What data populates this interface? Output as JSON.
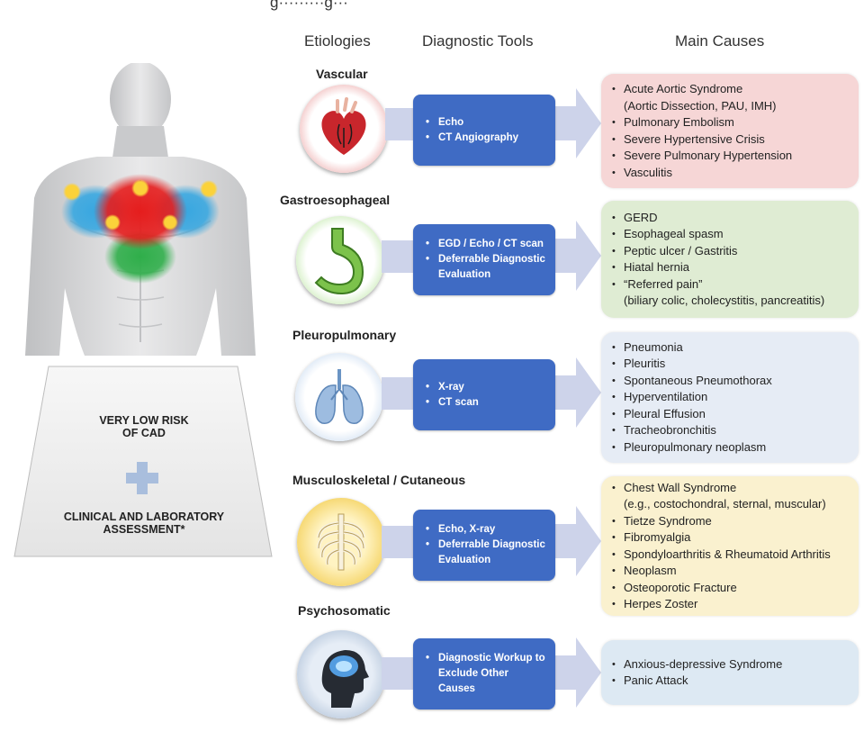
{
  "title": "g·········g···",
  "columns": {
    "etiologies": "Etiologies",
    "tools": "Diagnostic Tools",
    "causes": "Main Causes"
  },
  "left": {
    "risk_line1": "VERY LOW RISK",
    "risk_line2": "OF CAD",
    "assessment_line1": "CLINICAL AND LABORATORY",
    "assessment_line2": "ASSESSMENT*"
  },
  "sections": [
    {
      "name": "Vascular",
      "tools": [
        "Echo",
        "CT Angiography"
      ],
      "causes": [
        {
          "text": "Acute Aortic Syndrome",
          "sub": false
        },
        {
          "text": "(Aortic Dissection, PAU, IMH)",
          "sub": true
        },
        {
          "text": "Pulmonary Embolism",
          "sub": false
        },
        {
          "text": "Severe Hypertensive Crisis",
          "sub": false
        },
        {
          "text": "Severe Pulmonary Hypertension",
          "sub": false
        },
        {
          "text": "Vasculitis",
          "sub": false
        }
      ]
    },
    {
      "name": "Gastroesophageal",
      "tools": [
        "EGD / Echo / CT scan",
        "Deferrable Diagnostic Evaluation"
      ],
      "causes": [
        {
          "text": "GERD",
          "sub": false
        },
        {
          "text": "Esophageal spasm",
          "sub": false
        },
        {
          "text": "Peptic ulcer / Gastritis",
          "sub": false
        },
        {
          "text": "Hiatal hernia",
          "sub": false
        },
        {
          "text": "“Referred pain”",
          "sub": false
        },
        {
          "text": "(biliary colic, cholecystitis, pancreatitis)",
          "sub": true
        }
      ]
    },
    {
      "name": "Pleuropulmonary",
      "tools": [
        "X-ray",
        "CT scan"
      ],
      "causes": [
        {
          "text": "Pneumonia",
          "sub": false
        },
        {
          "text": "Pleuritis",
          "sub": false
        },
        {
          "text": "Spontaneous Pneumothorax",
          "sub": false
        },
        {
          "text": "Hyperventilation",
          "sub": false
        },
        {
          "text": "Pleural Effusion",
          "sub": false
        },
        {
          "text": "Tracheobronchitis",
          "sub": false
        },
        {
          "text": "Pleuropulmonary neoplasm",
          "sub": false
        }
      ]
    },
    {
      "name": "Musculoskeletal / Cutaneous",
      "tools": [
        "Echo, X-ray",
        "Deferrable Diagnostic Evaluation"
      ],
      "causes": [
        {
          "text": "Chest Wall Syndrome",
          "sub": false
        },
        {
          "text": "(e.g., costochondral, sternal, muscular)",
          "sub": true
        },
        {
          "text": "Tietze Syndrome",
          "sub": false
        },
        {
          "text": "Fibromyalgia",
          "sub": false
        },
        {
          "text": "Spondyloarthritis & Rheumatoid Arthritis",
          "sub": false
        },
        {
          "text": "Neoplasm",
          "sub": false
        },
        {
          "text": "Osteoporotic Fracture",
          "sub": false
        },
        {
          "text": "Herpes Zoster",
          "sub": false
        }
      ]
    },
    {
      "name": "Psychosomatic",
      "tools": [
        "Diagnostic Workup to Exclude Other Causes"
      ],
      "causes": [
        {
          "text": "Anxious-depressive Syndrome",
          "sub": false
        },
        {
          "text": "Panic Attack",
          "sub": false
        }
      ]
    }
  ],
  "colors": {
    "tool_box": "#3f6bc4",
    "vascular_box": "#f6d6d6",
    "gastro_box": "#dfecd3",
    "pleuro_box": "#e6ecf5",
    "musculo_box": "#faf1cf",
    "psycho_box": "#dde9f3",
    "arrow": "#cdd3ea"
  },
  "icons": [
    "heart-icon",
    "stomach-icon",
    "lungs-icon",
    "ribcage-icon",
    "head-brain-icon",
    "torso-figure",
    "plus-icon"
  ]
}
